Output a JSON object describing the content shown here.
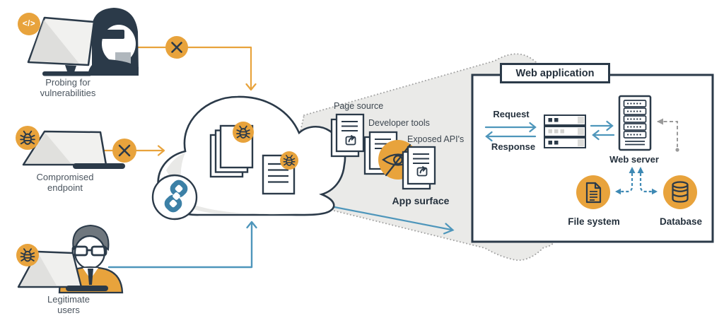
{
  "colors": {
    "accent_orange": "#E8A33C",
    "outline_navy": "#2B3A49",
    "arrow_blue": "#4E96BB",
    "logo_blue": "#3C80A6",
    "surface_gray": "#EAEAE8",
    "dashed_gray": "#9A9A9A"
  },
  "icons": {
    "code_glyph": "</>"
  },
  "actors": {
    "attacker": {
      "label": "Probing for\nvulnerabilities"
    },
    "endpoint": {
      "label": "Compromised\nendpoint"
    },
    "user": {
      "label": "Legitimate\nusers"
    }
  },
  "surface": {
    "page_source": "Page source",
    "developer_tools": "Developer tools",
    "exposed_apis": "Exposed API's",
    "app_surface": "App surface"
  },
  "webapp": {
    "title": "Web application",
    "request": "Request",
    "response": "Response",
    "web_server": "Web server",
    "file_system": "File system",
    "database": "Database"
  }
}
